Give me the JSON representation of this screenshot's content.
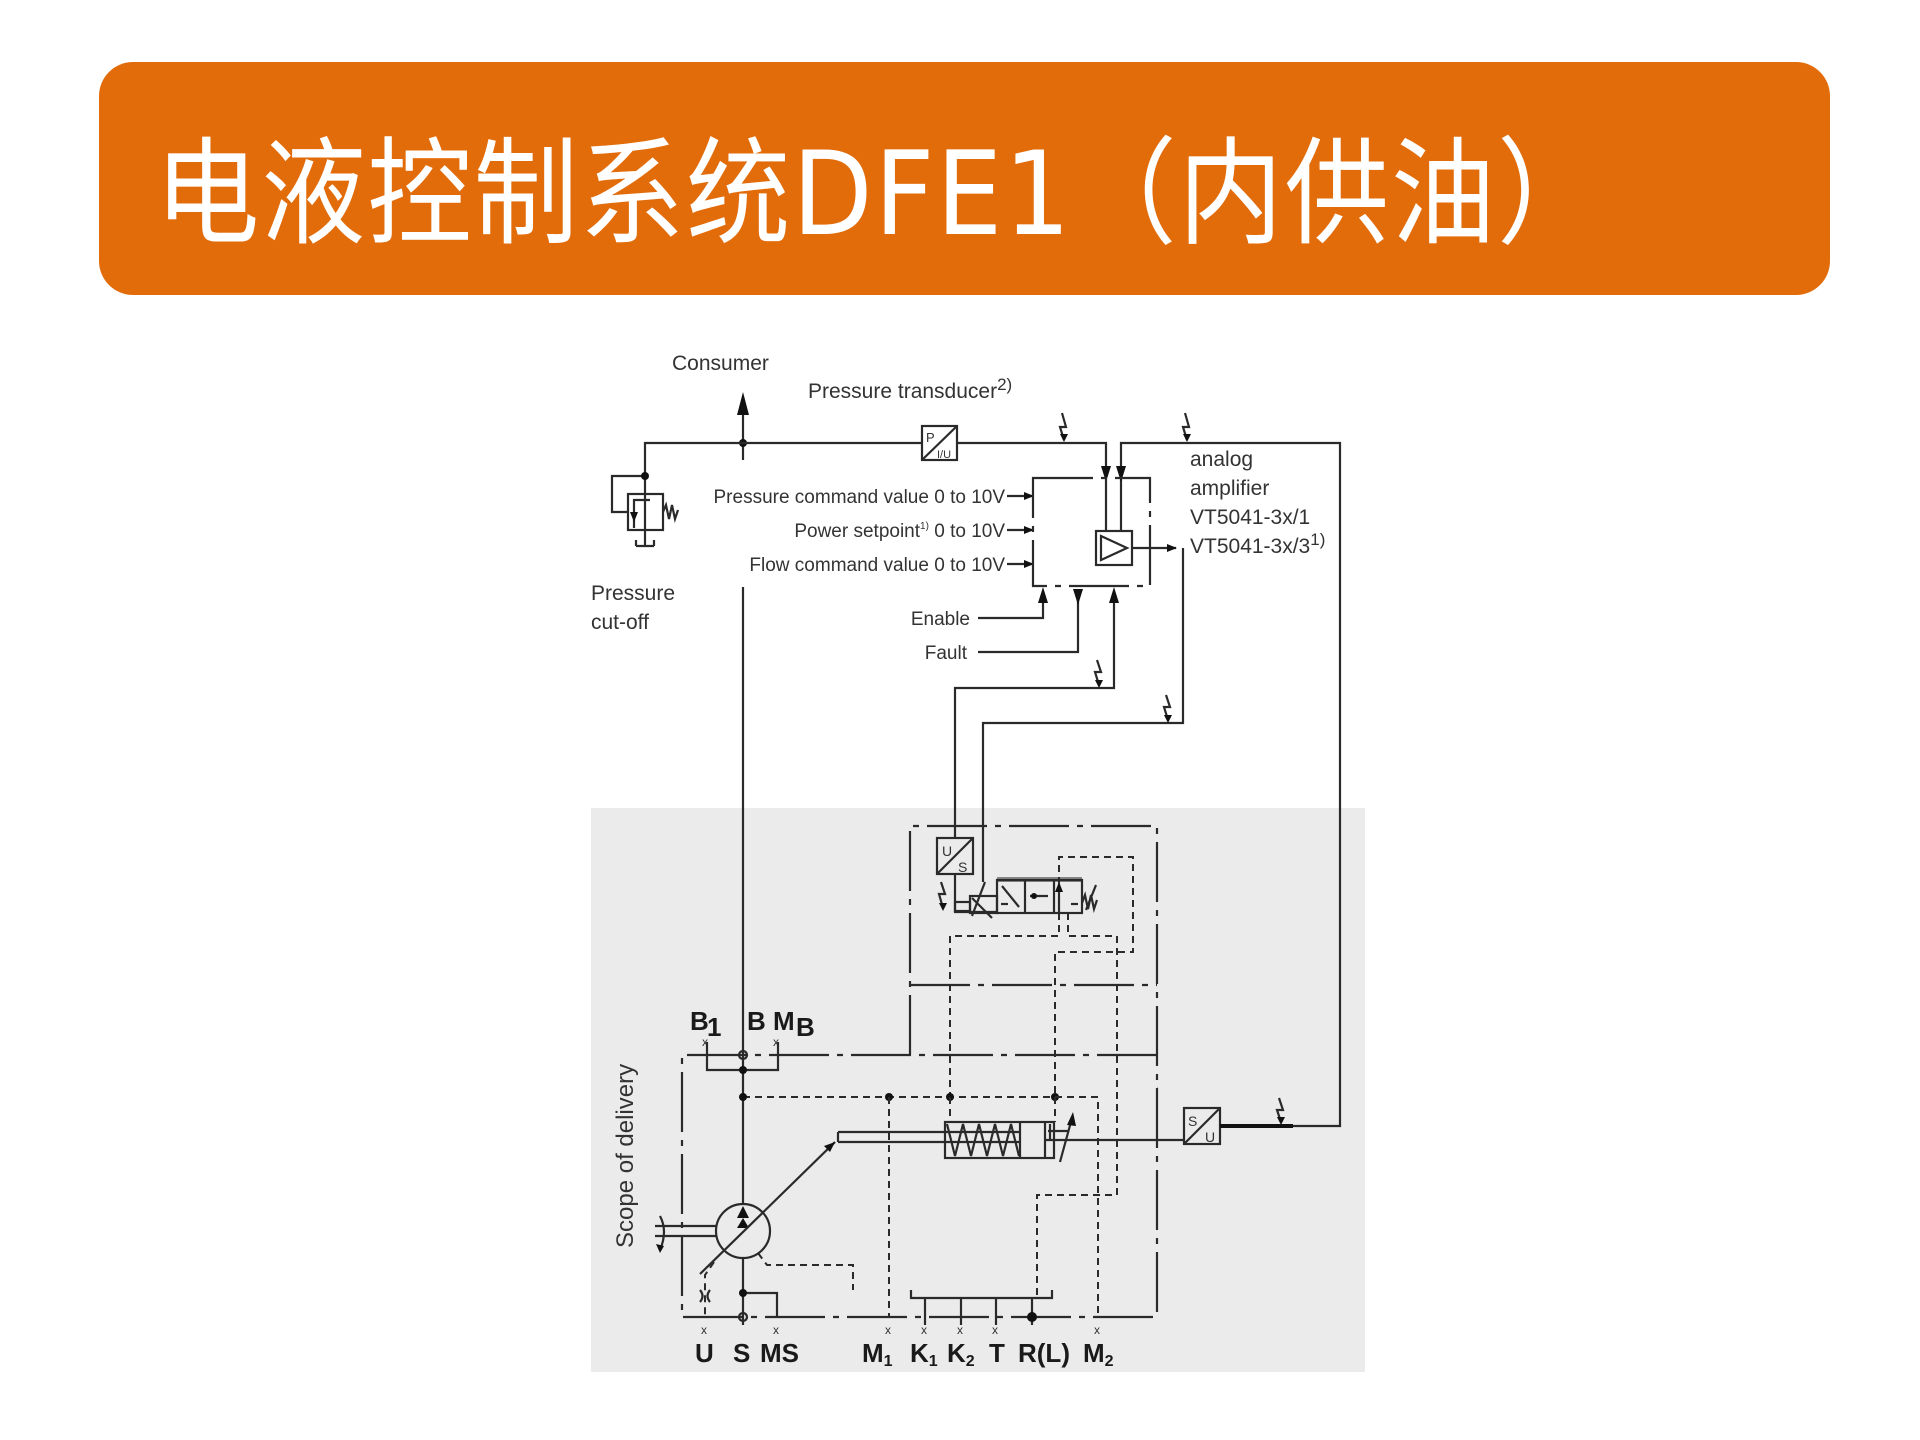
{
  "slide": {
    "title": "电液控制系统DFE1（内供油）",
    "accent_color": "#e36c0a",
    "scope_bg_color": "#ebebeb"
  },
  "diagram": {
    "consumer_label": "Consumer",
    "pressure_transducer_label": "Pressure transducer",
    "pressure_transducer_note": "2)",
    "transducer_symbol": {
      "top": "P",
      "bottom": "I/U"
    },
    "pressure_cutoff_label": [
      "Pressure",
      "cut-off"
    ],
    "inputs": [
      {
        "label": "Pressure command value",
        "note": "",
        "range": "0 to 10V"
      },
      {
        "label": "Power setpoint",
        "note": "1)",
        "range": "0 to 10V"
      },
      {
        "label": "Flow command value",
        "note": "",
        "range": "0 to 10V"
      }
    ],
    "enable_label": "Enable",
    "fault_label": "Fault",
    "amplifier_label": [
      "analog",
      "amplifier",
      "VT5041-3x/1",
      "VT5041-3x/3"
    ],
    "amplifier_note": "1)",
    "scope_label": "Scope of delivery",
    "position_sensor_symbol": {
      "top": "U",
      "bottom": "S"
    },
    "pressure_sensor_symbol": {
      "top": "S",
      "bottom": "U"
    },
    "top_ports": [
      {
        "main": "B",
        "sub": "1"
      },
      {
        "main": "B",
        "sub": ""
      },
      {
        "main": "M",
        "sub": "B"
      }
    ],
    "bottom_ports": [
      {
        "main": "U",
        "sub": ""
      },
      {
        "main": "S",
        "sub": ""
      },
      {
        "main": "MS",
        "sub": ""
      },
      {
        "main": "M",
        "sub": "1"
      },
      {
        "main": "K",
        "sub": "1"
      },
      {
        "main": "K",
        "sub": "2"
      },
      {
        "main": "T",
        "sub": ""
      },
      {
        "main": "R(L)",
        "sub": ""
      },
      {
        "main": "M",
        "sub": "2"
      }
    ]
  }
}
